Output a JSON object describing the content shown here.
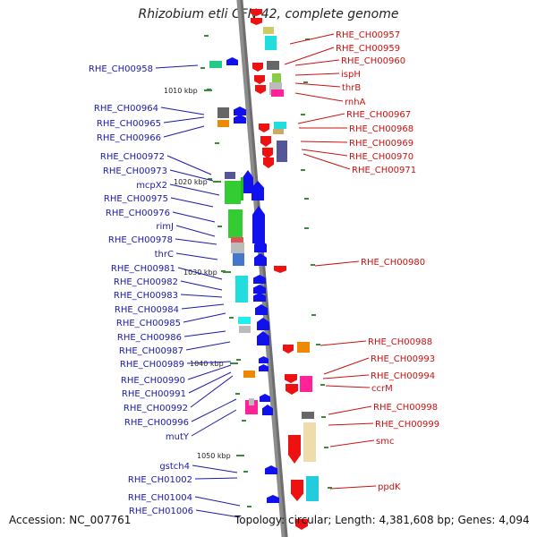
{
  "title": "Rhizobium etli CFN 42, complete genome",
  "accession_text": "Accession: NC_007761",
  "topology_text": "Topology: circular; Length: 4,381,608 bp; Genes: 4,094",
  "colors": {
    "backbone": "#8c8c8c",
    "left_label": "#1a1aa6",
    "right_label": "#cc1111",
    "minor_tick": "#3a8a3a",
    "forward_arrow": "#1111ee",
    "reverse_arrow": "#ee1111"
  },
  "kbp_ticks": [
    "1010 kbp",
    "1020 kbp",
    "1030 kbp",
    "1040 kbp",
    "1050 kbp"
  ],
  "left_labels": [
    "RHE_CH00958",
    "RHE_CH00964",
    "RHE_CH00965",
    "RHE_CH00966",
    "RHE_CH00972",
    "RHE_CH00973",
    "mcpX2",
    "RHE_CH00975",
    "RHE_CH00976",
    "rimJ",
    "RHE_CH00978",
    "thrC",
    "RHE_CH00981",
    "RHE_CH00982",
    "RHE_CH00983",
    "RHE_CH00984",
    "RHE_CH00985",
    "RHE_CH00986",
    "RHE_CH00987",
    "RHE_CH00989",
    "RHE_CH00990",
    "RHE_CH00991",
    "RHE_CH00992",
    "RHE_CH00996",
    "mutY",
    "gstch4",
    "RHE_CH01002",
    "RHE_CH01004",
    "RHE_CH01006"
  ],
  "right_labels": [
    "RHE_CH00957",
    "RHE_CH00959",
    "RHE_CH00960",
    "ispH",
    "thrB",
    "rnhA",
    "RHE_CH00967",
    "RHE_CH00968",
    "RHE_CH00969",
    "RHE_CH00970",
    "RHE_CH00971",
    "RHE_CH00980",
    "RHE_CH00988",
    "RHE_CH00993",
    "RHE_CH00994",
    "ccrM",
    "RHE_CH00998",
    "RHE_CH00999",
    "smc",
    "ppdK"
  ]
}
